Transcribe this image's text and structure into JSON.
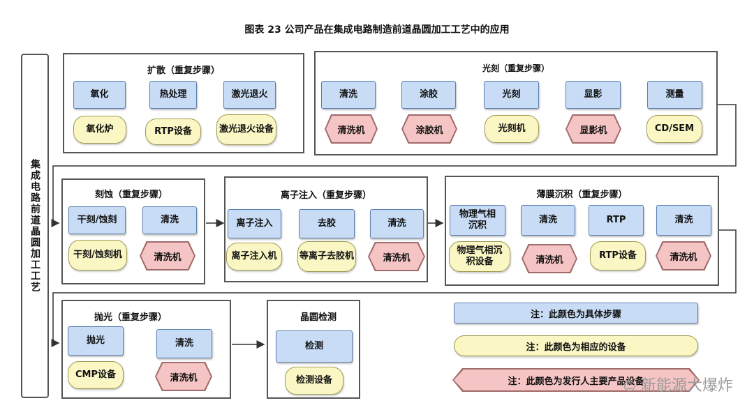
{
  "title": "图表 23  公司产品在集成电路制造前道晶圆加工工艺中的应用",
  "vertical_label": "集成电路前道晶圆加工工艺",
  "groups": {
    "diffusion": {
      "title": "扩散（重复步骤）",
      "steps": [
        "氧化",
        "热处理",
        "激光退火"
      ],
      "equip": [
        "氧化炉",
        "RTP设备",
        "激光退火设备"
      ]
    },
    "litho": {
      "title": "光刻（重复步骤）",
      "steps": [
        "清洗",
        "涂胶",
        "光刻",
        "显影",
        "测量"
      ],
      "equip": [
        "清洗机",
        "涂胶机",
        "光刻机",
        "显影机",
        "CD/SEM"
      ]
    },
    "etch": {
      "title": "刻蚀（重复步骤）",
      "steps": [
        "干刻/蚀刻",
        "清洗"
      ],
      "equip": [
        "干刻/蚀刻机",
        "清洗机"
      ]
    },
    "implant": {
      "title": "离子注入（重复步骤）",
      "steps": [
        "离子注入",
        "去胶",
        "清洗"
      ],
      "equip": [
        "离子注入机",
        "等离子去胶机",
        "清洗机"
      ]
    },
    "film": {
      "title": "薄膜沉积（重复步骤）",
      "steps": [
        "物理气相沉积",
        "清洗",
        "RTP",
        "清洗"
      ],
      "equip": [
        "物理气相沉积设备",
        "清洗机",
        "RTP设备",
        "清洗机"
      ]
    },
    "polish": {
      "title": "抛光（重复步骤）",
      "steps": [
        "抛光",
        "清洗"
      ],
      "equip": [
        "CMP设备",
        "清洗机"
      ]
    },
    "inspect": {
      "title": "晶圆检测",
      "steps": [
        "检测"
      ],
      "equip": [
        "检测设备"
      ]
    }
  },
  "legend": {
    "blue": "注：此颜色为具体步骤",
    "yellow": "注：此颜色为相应的设备",
    "red": "注：此颜色为发行人主要产品设备"
  },
  "watermark": "新能源大爆炸",
  "colors": {
    "step": "#c8dcf5",
    "equip": "#fbf7c4",
    "product": "#f5c4c4"
  }
}
